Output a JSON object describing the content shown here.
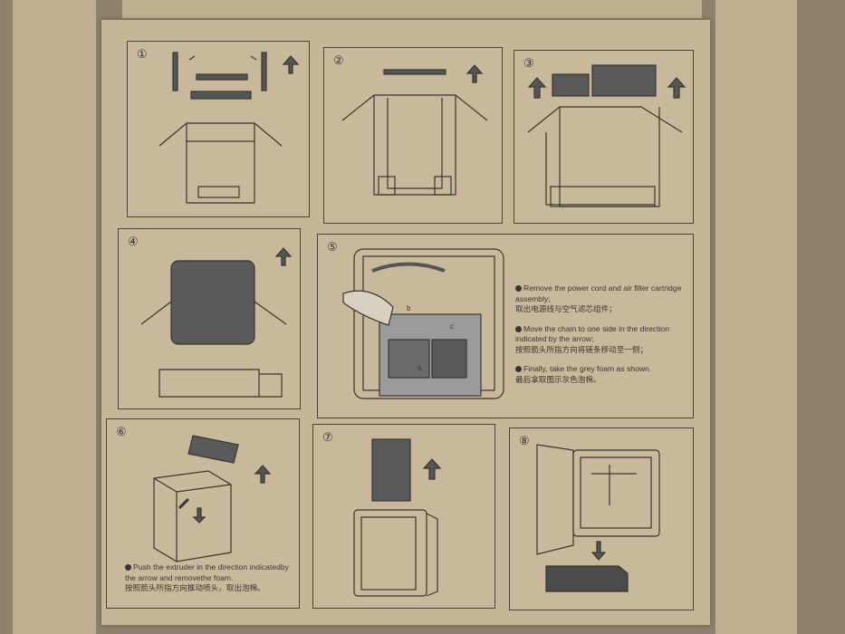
{
  "panels": [
    {
      "number": "①"
    },
    {
      "number": "②"
    },
    {
      "number": "③"
    },
    {
      "number": "④"
    },
    {
      "number": "⑤"
    },
    {
      "number": "⑥"
    },
    {
      "number": "⑦"
    },
    {
      "number": "⑧"
    }
  ],
  "step5": {
    "labels": [
      "a",
      "b",
      "c"
    ],
    "instructions": [
      {
        "en": "Remove the power cord and air filter cartridge assembly;",
        "zh": "取出电源线与空气滤芯组件；"
      },
      {
        "en": "Move the chain to one side in the direction indicated by the arrow;",
        "zh": "按照箭头所指方向将链条移动至一侧；"
      },
      {
        "en": "Finally, take the grey foam as shown.",
        "zh": "最后拿取图示灰色泡棉。"
      }
    ]
  },
  "step6": {
    "en": "Push the extruder in the direction indicatedby the arrow and removethe foam.",
    "zh": "按照箭头所指方向推动喷头，取出泡棉。"
  },
  "colors": {
    "cardboard": "#c6b698",
    "ink": "#3a352e",
    "foam": "#5a5a5a"
  }
}
